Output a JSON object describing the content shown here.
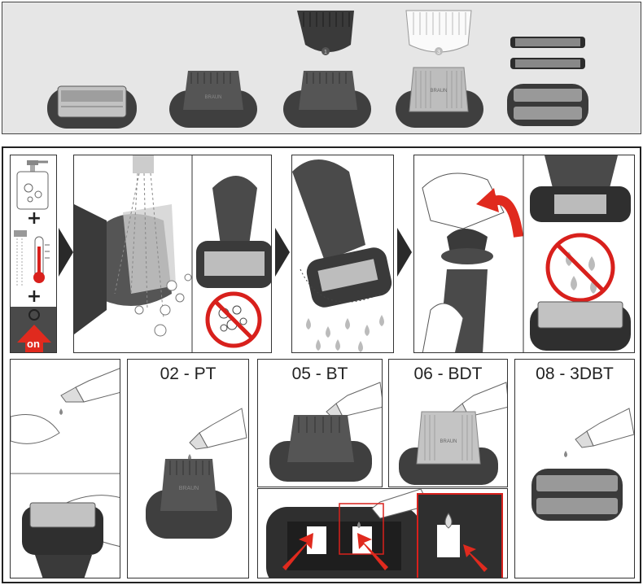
{
  "labels": {
    "on_button": "on",
    "pt": "02 - PT",
    "bt": "05 - BT",
    "bdt": "06 - BDT",
    "dbt3": "08 - 3DBT"
  },
  "brand": "BRAUN",
  "comb_numbers": [
    "1",
    "3"
  ],
  "colors": {
    "panel_gray": "#e6e6e6",
    "head_dark": "#4a4a4a",
    "foil_silver": "#b8b8b8",
    "prohibit_red": "#d8201c",
    "arrow_red": "#e02a1e",
    "step_arrow": "#2a2a2a"
  }
}
